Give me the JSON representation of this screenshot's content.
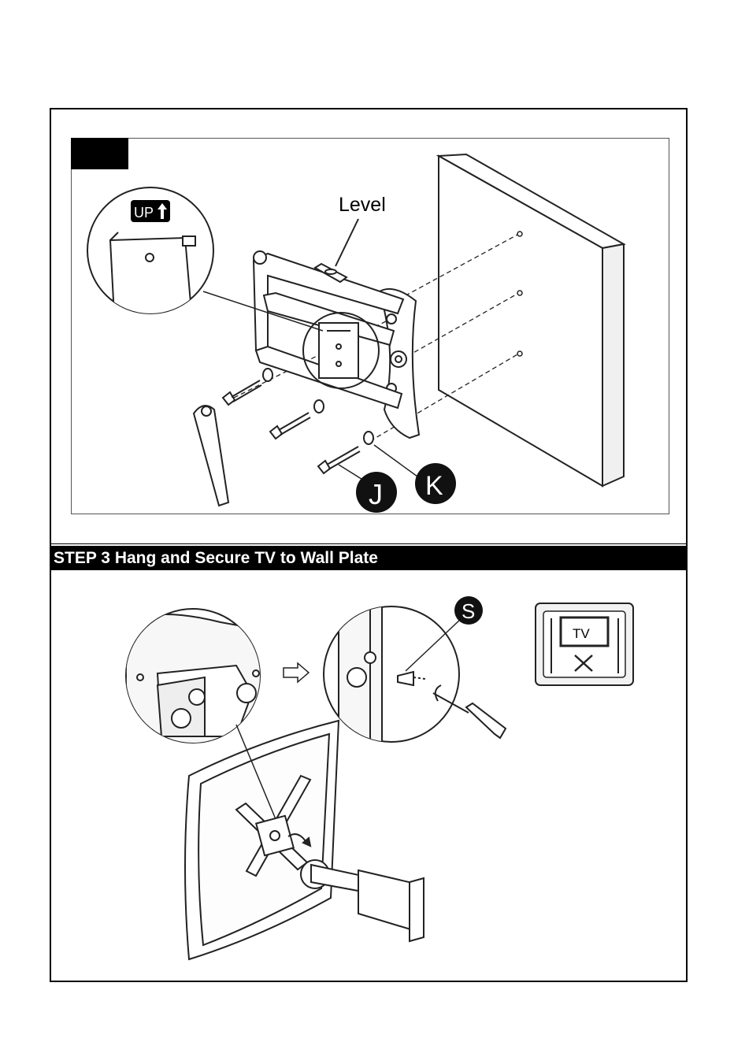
{
  "step3": {
    "title": "STEP 3 Hang and Secure TV to Wall Plate"
  },
  "step2_figure": {
    "level_label": "Level",
    "up_badge": "UP",
    "part_j": "J",
    "part_k": "K"
  },
  "step3_figure": {
    "part_s": "S",
    "tv_icon_label": "TV"
  },
  "icons": [
    "up-arrow-icon",
    "arrow-right-icon",
    "tv-mount-icon"
  ],
  "colors": {
    "ink": "#000000",
    "paper": "#ffffff",
    "line": "#333333"
  }
}
